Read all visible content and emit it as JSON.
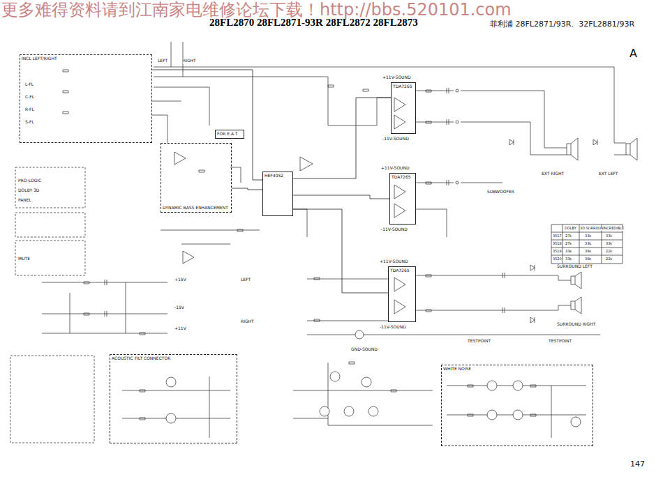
{
  "diagram": {
    "title": "28FL2870 28FL2871-93R 28FL2872 28FL2873",
    "nodes": [
      {
        "text": [
          "INCL LEFT/RIGHT"
        ]
      },
      {
        "text": [
          "FOR E.A.T"
        ]
      },
      {
        "text": [
          "DYNAMIC BASS ENHANCEMENT"
        ]
      },
      {
        "text": [
          "TDA7265"
        ]
      },
      {
        "text": [
          "TDA7265"
        ]
      },
      {
        "text": [
          "TDA7265"
        ]
      },
      {
        "text": [
          "HEF4052"
        ]
      },
      {
        "text": [
          "ACOUSTIC FILT CONNECTOR"
        ]
      },
      {
        "text": [
          "WHITE NOISE"
        ]
      }
    ],
    "edges": [
      {
        "from": 0,
        "to": 6,
        "arrow": "none"
      },
      {
        "from": 2,
        "to": 6,
        "arrow": "none"
      },
      {
        "from": 6,
        "to": 3,
        "arrow": "none"
      },
      {
        "from": 6,
        "to": 4,
        "arrow": "none"
      },
      {
        "from": 6,
        "to": 5,
        "arrow": "none"
      }
    ],
    "labels": [
      "更多难得资料请到江南家电维修论坛下载！http://bbs.520101.com",
      "菲利浦 28FL2871/93R、32FL2881/93R",
      "A",
      "147",
      "L-FL",
      "C-FL",
      "R-FL",
      "S-FL",
      "EXT RIGHT",
      "EXT LEFT",
      "SURROUND LEFT",
      "SURROUND RIGHT",
      "TESTPOINT",
      "TESTPOINT",
      "LEFT",
      "RIGHT",
      "+11V-SOUND",
      "-11V-SOUND",
      "+11V-SOUND",
      "-11V-SOUND",
      "+11V-SOUND",
      "-11V-SOUND",
      "GND-SOUND",
      "SUBWOOFER",
      "+15V",
      "-15V",
      "+11V",
      "PRO-LOGIC",
      "DOLBY 3D",
      "PANEL",
      "MUTE",
      "DOLBY",
      "3D SURROUND",
      "INCREDIBLE",
      "3517",
      "27k",
      "33k",
      "33k",
      "3518",
      "27k",
      "33k",
      "33k",
      "3519",
      "33k",
      "39k",
      "22k",
      "3520",
      "33k",
      "39k",
      "22k",
      "LEFT",
      "RIGHT"
    ]
  }
}
